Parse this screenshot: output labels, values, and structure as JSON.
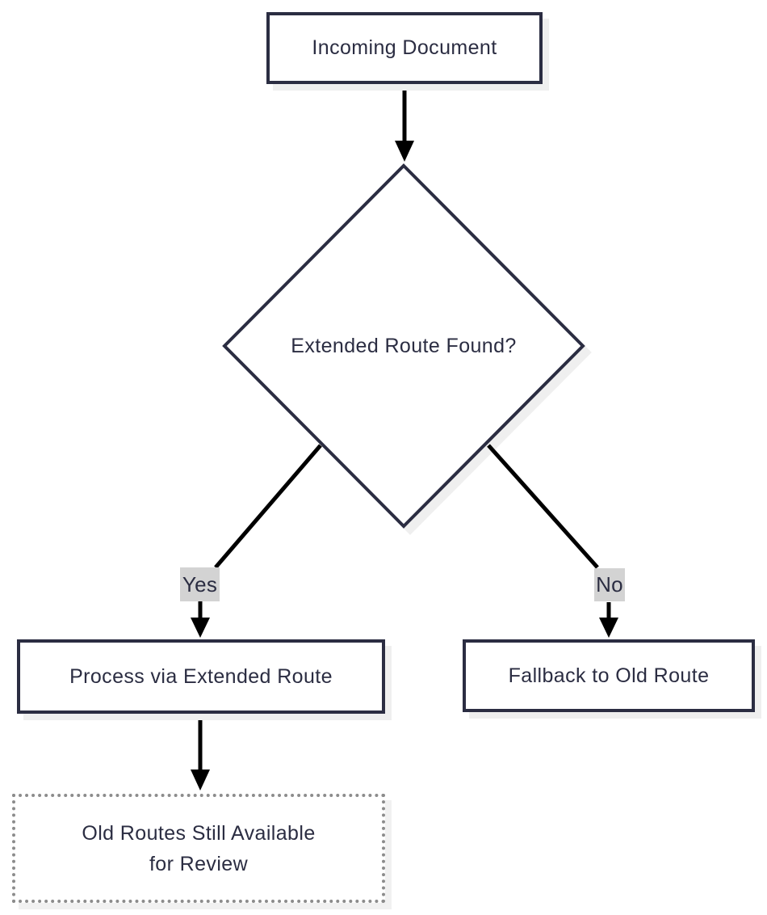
{
  "diagram": {
    "type": "flowchart",
    "nodes": {
      "incoming": {
        "label": "Incoming Document",
        "shape": "rectangle"
      },
      "decision": {
        "label": "Extended Route Found?",
        "shape": "diamond"
      },
      "process": {
        "label": "Process via Extended Route",
        "shape": "rectangle"
      },
      "fallback": {
        "label": "Fallback to Old Route",
        "shape": "rectangle"
      },
      "review": {
        "label_line1": "Old Routes Still Available",
        "label_line2": "for Review",
        "shape": "dotted-rectangle"
      }
    },
    "edge_labels": {
      "yes": "Yes",
      "no": "No"
    },
    "edges": [
      {
        "from": "incoming",
        "to": "decision",
        "label": ""
      },
      {
        "from": "decision",
        "to": "process",
        "label": "Yes"
      },
      {
        "from": "decision",
        "to": "fallback",
        "label": "No"
      },
      {
        "from": "process",
        "to": "review",
        "label": ""
      }
    ],
    "colors": {
      "node_border": "#2b2d42",
      "node_fill": "#ffffff",
      "text": "#2b2d42",
      "arrow": "#000000",
      "edge_label_background": "#d3d3d3",
      "shadow": "#efefef",
      "dotted_border": "#8c8c8c",
      "page_background": "#ffffff"
    }
  }
}
